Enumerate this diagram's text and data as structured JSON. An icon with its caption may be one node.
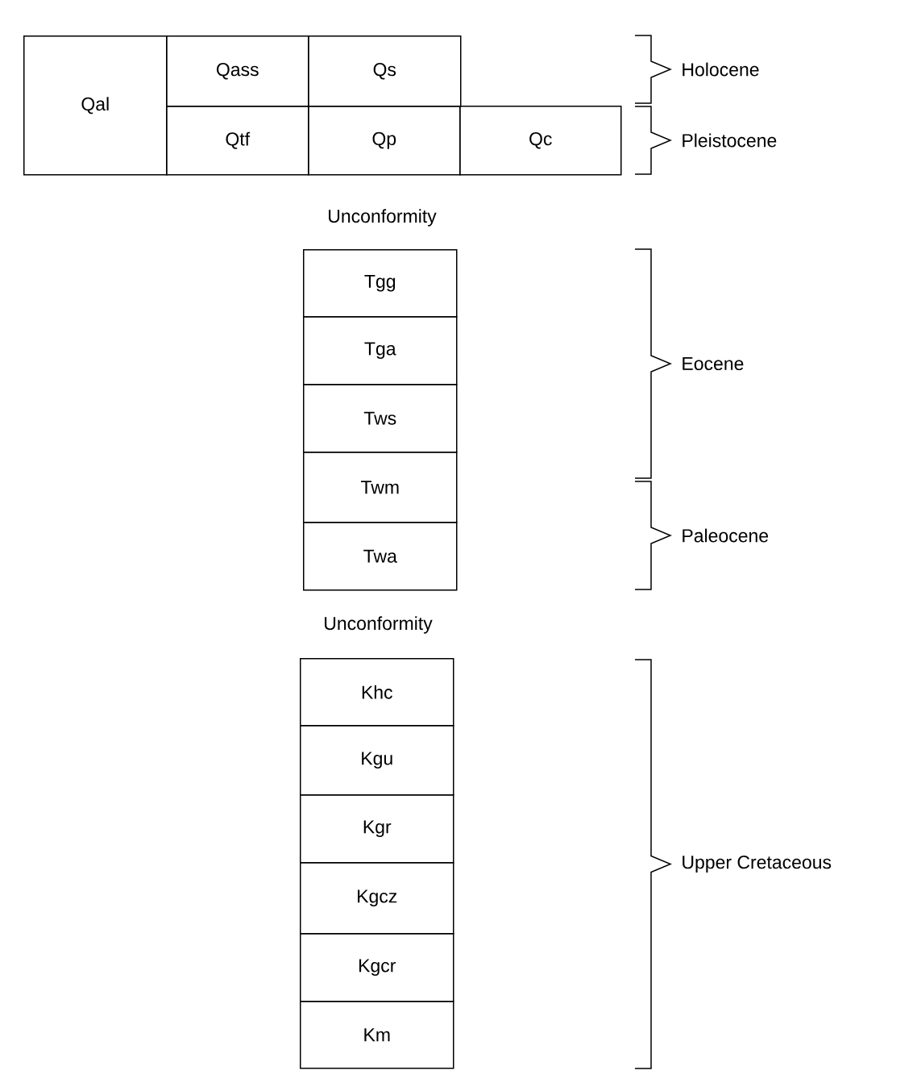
{
  "diagram": {
    "nodes": [
      {
        "text": [
          "Qal"
        ]
      },
      {
        "text": [
          "Qass"
        ]
      },
      {
        "text": [
          "Qs"
        ]
      },
      {
        "text": [
          "Qtf"
        ]
      },
      {
        "text": [
          "Qp"
        ]
      },
      {
        "text": [
          "Qc"
        ]
      },
      {
        "text": [
          "Tgg"
        ]
      },
      {
        "text": [
          "Tga"
        ]
      },
      {
        "text": [
          "Tws"
        ]
      },
      {
        "text": [
          "Twm"
        ]
      },
      {
        "text": [
          "Twa"
        ]
      },
      {
        "text": [
          "Khc"
        ]
      },
      {
        "text": [
          "Kgu"
        ]
      },
      {
        "text": [
          "Kgr"
        ]
      },
      {
        "text": [
          "Kgcz"
        ]
      },
      {
        "text": [
          "Kgcr"
        ]
      },
      {
        "text": [
          "Km"
        ]
      }
    ],
    "labels": [
      "Holocene",
      "Pleistocene",
      "Unconformity",
      "Eocene",
      "Paleocene",
      "Unconformity",
      "Upper Cretaceous"
    ]
  }
}
